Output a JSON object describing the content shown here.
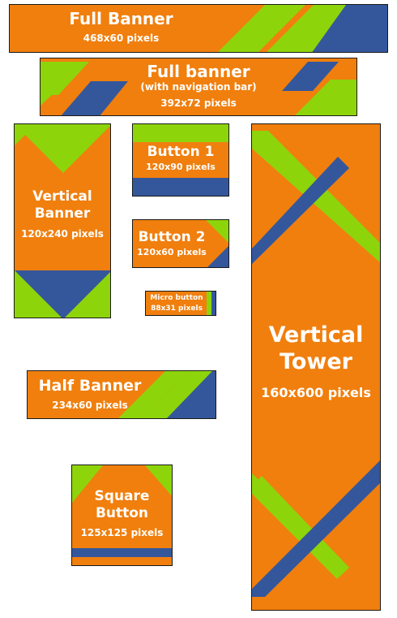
{
  "colors": {
    "orange": "#F07F0E",
    "green": "#8ED40B",
    "blue": "#34579B"
  },
  "banners": {
    "full_banner": {
      "title": "Full Banner",
      "size": "468x60 pixels"
    },
    "full_banner_nav": {
      "title": "Full banner",
      "subtitle": "(with navigation bar)",
      "size": "392x72 pixels"
    },
    "vertical_banner": {
      "title_line1": "Vertical",
      "title_line2": "Banner",
      "size": "120x240 pixels"
    },
    "button1": {
      "title": "Button 1",
      "size": "120x90 pixels"
    },
    "button2": {
      "title": "Button 2",
      "size": "120x60 pixels"
    },
    "micro_button": {
      "title": "Micro button",
      "size": "88x31 pixels"
    },
    "half_banner": {
      "title": "Half Banner",
      "size": "234x60 pixels"
    },
    "square_button": {
      "title_line1": "Square",
      "title_line2": "Button",
      "size": "125x125 pixels"
    },
    "vertical_tower": {
      "title_line1": "Vertical",
      "title_line2": "Tower",
      "size": "160x600 pixels"
    }
  }
}
